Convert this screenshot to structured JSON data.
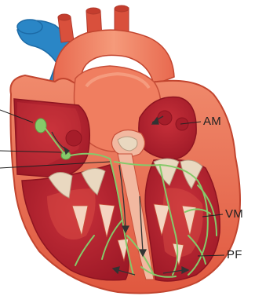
{
  "diagram": {
    "labels": {
      "am": "AM",
      "vm": "VM",
      "pf": "PF"
    },
    "colors": {
      "myocardium": "#e4654c",
      "myocardium_light": "#f08a6c",
      "chamber": "#b8202c",
      "chamber_dark": "#8e1420",
      "vein_blue": "#2a86c6",
      "conduction_green": "#86c96a",
      "valve": "#e9d8c0",
      "septum_cut": "#f2b8a0"
    }
  }
}
